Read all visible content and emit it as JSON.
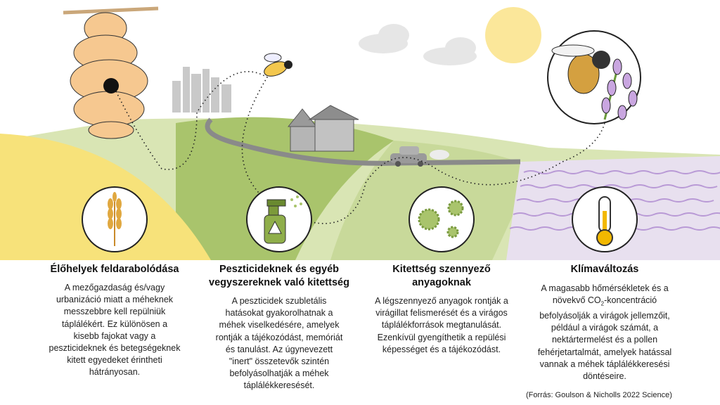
{
  "colors": {
    "yellow_field": "#f7e27a",
    "green_dark": "#a9c46c",
    "green_light": "#d9e5b4",
    "lavender": "#b99ad6",
    "sun": "#fbe79a",
    "bee_circle_border": "#222"
  },
  "sections": [
    {
      "title_lines": [
        "Élőhelyek feldarabolódása"
      ],
      "icon": "wheat-icon",
      "body_lines": [
        "A mezőgazdaság és/vagy",
        "urbanizáció miatt a méheknek",
        "messzebbre kell repülniük",
        "táplálékért. Ez különösen a",
        "kisebb fajokat vagy a",
        "peszticideknek és betegségeknek",
        "kitett egyedeket érintheti",
        "hátrányosan."
      ]
    },
    {
      "title_lines": [
        "Peszticideknek és egyéb",
        "vegyszereknek való kitettség"
      ],
      "icon": "spray-bottle-icon",
      "body_lines": [
        "A peszticidek szubletális",
        "hatásokat gyakorolhatnak a",
        "méhek viselkedésére, amelyek",
        "rontják a tájékozódást, memóriát",
        "és tanulást. Az úgynevezett",
        "\"inert\" összetevők szintén",
        "befolyásolhatják a méhek",
        "táplálékkeresését."
      ]
    },
    {
      "title_lines": [
        "Kitettség szennyező",
        "anyagoknak"
      ],
      "icon": "pollutant-particles-icon",
      "body_lines": [
        "A légszennyező anyagok rontják a",
        "virágillat felismerését és a virágos",
        "táplálékforrások megtanulását.",
        "Ezenkívül gyengíthetik a repülési",
        "képességet és a tájékozódást."
      ]
    },
    {
      "title_lines": [
        "Klímaváltozás"
      ],
      "icon": "thermometer-icon",
      "body_lines": [
        "A magasabb hőmérsékletek és a",
        "befolyásolják a virágok jellemzőit,",
        "például a virágok számát, a",
        "nektártermelést és a pollen",
        "fehérjetartalmát, amelyek hatással",
        "vannak a méhek táplálékkeresési",
        "döntéseire."
      ],
      "co2_line": {
        "before": "növekvő CO",
        "sub": "2",
        "after": "-koncentráció"
      }
    }
  ],
  "source": "(Forrás: Goulson & Nicholls 2022 Science)"
}
